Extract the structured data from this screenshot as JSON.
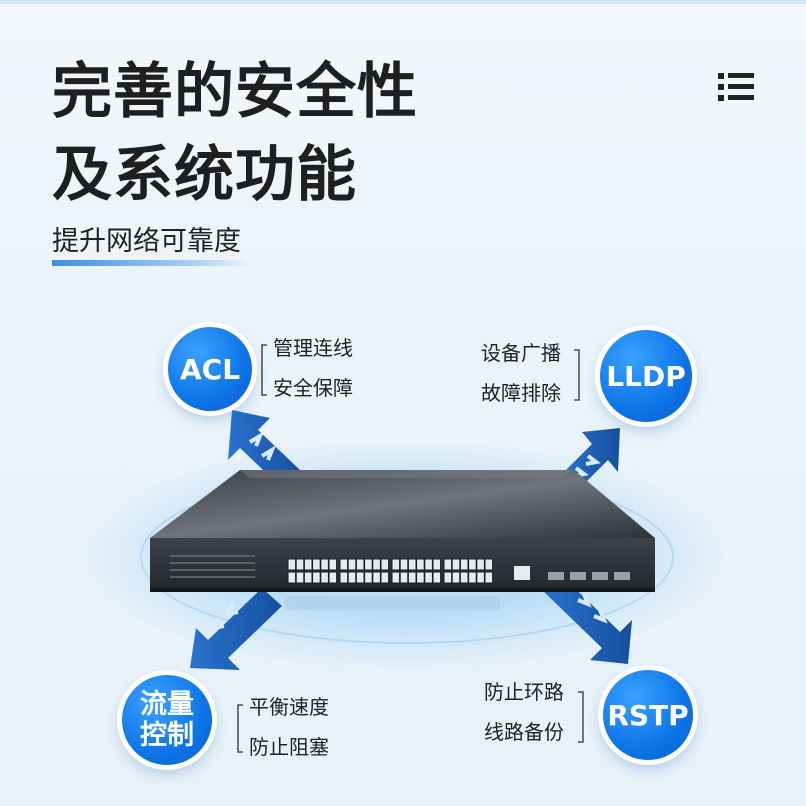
{
  "header": {
    "title_line1": "完善的安全性",
    "title_line2": "及系统功能",
    "subtitle": "提升网络可靠度"
  },
  "features": {
    "acl": {
      "name": "ACL",
      "line1": "管理连线",
      "line2": "安全保障"
    },
    "lldp": {
      "name": "LLDP",
      "line1": "设备广播",
      "line2": "故障排除"
    },
    "flow": {
      "name_line1": "流量",
      "name_line2": "控制",
      "line1": "平衡速度",
      "line2": "防止阻塞"
    },
    "rstp": {
      "name": "RSTP",
      "line1": "防止环路",
      "line2": "线路备份"
    }
  },
  "colors": {
    "accent": "#0d74e8",
    "title": "#1f1f1f",
    "arrow": "#1b5fb6"
  },
  "icons": [
    "menu-icon"
  ]
}
